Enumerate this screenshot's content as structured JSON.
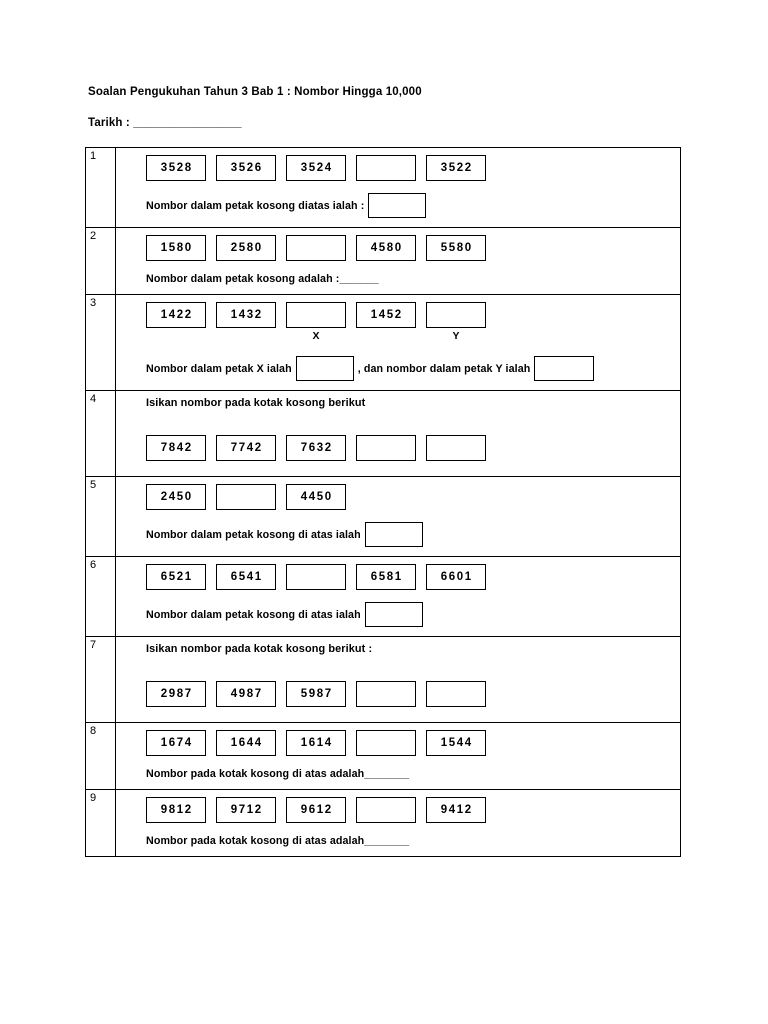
{
  "header": {
    "title": "Soalan Pengukuhan Tahun 3 Bab 1 : Nombor Hingga 10,000",
    "date_label": "Tarikh : ",
    "date_rule": "__________________"
  },
  "questions": [
    {
      "number": "1",
      "instruction": "",
      "boxes": [
        "3528",
        "3526",
        "3524",
        "",
        "3522"
      ],
      "sublabels": [
        "",
        "",
        "",
        "",
        ""
      ],
      "statement_pre": "Nombor dalam petak kosong diatas ialah :",
      "statement_mid": "",
      "statement_post": "",
      "answer_style": "box",
      "answer_count": 1,
      "blank_rule": ""
    },
    {
      "number": "2",
      "instruction": "",
      "boxes": [
        "1580",
        "2580",
        "",
        "4580",
        "5580"
      ],
      "sublabels": [
        "",
        "",
        "",
        "",
        ""
      ],
      "statement_pre": "Nombor dalam petak kosong adalah :",
      "statement_mid": "",
      "statement_post": "",
      "answer_style": "rule",
      "answer_count": 0,
      "blank_rule": "_______"
    },
    {
      "number": "3",
      "instruction": "",
      "boxes": [
        "1422",
        "1432",
        "",
        "1452",
        ""
      ],
      "sublabels": [
        "",
        "",
        "X",
        "",
        "Y"
      ],
      "statement_pre": "Nombor dalam petak X ialah",
      "statement_mid": ", dan nombor dalam petak Y ialah",
      "statement_post": "",
      "answer_style": "box2",
      "answer_count": 2,
      "blank_rule": ""
    },
    {
      "number": "4",
      "instruction": "Isikan nombor pada kotak kosong berikut",
      "boxes": [
        "7842",
        "7742",
        "7632",
        "",
        ""
      ],
      "sublabels": [
        "",
        "",
        "",
        "",
        ""
      ],
      "statement_pre": "",
      "statement_mid": "",
      "statement_post": "",
      "answer_style": "none",
      "answer_count": 0,
      "blank_rule": ""
    },
    {
      "number": "5",
      "instruction": "",
      "boxes": [
        "2450",
        "",
        "4450"
      ],
      "sublabels": [
        "",
        "",
        ""
      ],
      "statement_pre": "Nombor dalam petak kosong di atas ialah",
      "statement_mid": "",
      "statement_post": "",
      "answer_style": "box",
      "answer_count": 1,
      "blank_rule": ""
    },
    {
      "number": "6",
      "instruction": "",
      "boxes": [
        "6521",
        "6541",
        "",
        "6581",
        "6601"
      ],
      "sublabels": [
        "",
        "",
        "",
        "",
        ""
      ],
      "statement_pre": "Nombor dalam petak kosong di atas ialah",
      "statement_mid": "",
      "statement_post": "",
      "answer_style": "box",
      "answer_count": 1,
      "blank_rule": ""
    },
    {
      "number": "7",
      "instruction": "Isikan nombor pada kotak kosong berikut :",
      "boxes": [
        "2987",
        "4987",
        "5987",
        "",
        ""
      ],
      "sublabels": [
        "",
        "",
        "",
        "",
        ""
      ],
      "statement_pre": "",
      "statement_mid": "",
      "statement_post": "",
      "answer_style": "none",
      "answer_count": 0,
      "blank_rule": ""
    },
    {
      "number": "8",
      "instruction": "",
      "boxes": [
        "1674",
        "1644",
        "1614",
        "",
        "1544"
      ],
      "sublabels": [
        "",
        "",
        "",
        "",
        ""
      ],
      "statement_pre": "Nombor pada kotak kosong di atas adalah",
      "statement_mid": "",
      "statement_post": "",
      "answer_style": "rule",
      "answer_count": 0,
      "blank_rule": "________"
    },
    {
      "number": "9",
      "instruction": "",
      "boxes": [
        "9812",
        "9712",
        "9612",
        "",
        "9412"
      ],
      "sublabels": [
        "",
        "",
        "",
        "",
        ""
      ],
      "statement_pre": "Nombor pada kotak kosong di atas adalah",
      "statement_mid": "",
      "statement_post": "",
      "answer_style": "rule",
      "answer_count": 0,
      "blank_rule": "________"
    }
  ]
}
